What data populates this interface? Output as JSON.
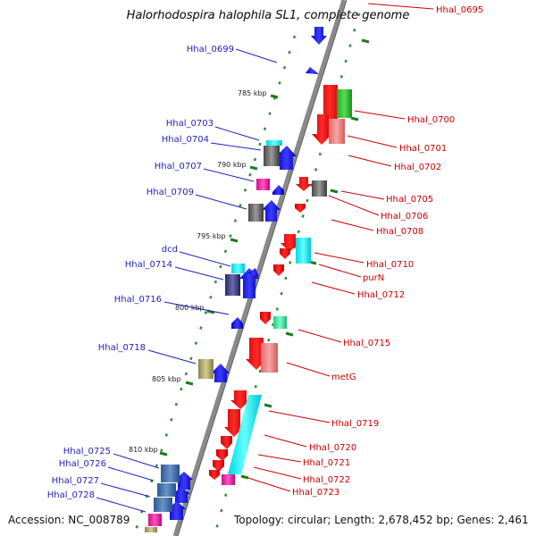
{
  "title": "Halorhodospira halophila SL1, complete genome",
  "accession": "Accession: NC_008789",
  "topology": "Topology: circular; Length: 2,678,452 bp; Genes: 2,461",
  "colors": {
    "left_label": "#1f1fbf",
    "right_label": "#cc0000",
    "backbone": "#8a8a8a",
    "ticks": "#2f8f2f"
  },
  "kbp_ticks": [
    "785 kbp",
    "790 kbp",
    "795 kbp",
    "800 kbp",
    "805 kbp",
    "810 kbp"
  ],
  "left_labels": [
    "Hhal_0699",
    "Hhal_0703",
    "Hhal_0704",
    "Hhal_0707",
    "Hhal_0709",
    "dcd",
    "Hhal_0714",
    "Hhal_0716",
    "Hhal_0718",
    "Hhal_0725",
    "Hhal_0726",
    "Hhal_0727",
    "Hhal_0728"
  ],
  "right_labels": [
    "Hhal_0695",
    "Hhal_0700",
    "Hhal_0701",
    "Hhal_0702",
    "Hhal_0705",
    "Hhal_0706",
    "Hhal_0708",
    "Hhal_0710",
    "purN",
    "Hhal_0712",
    "Hhal_0715",
    "metG",
    "Hhal_0719",
    "Hhal_0720",
    "Hhal_0721",
    "Hhal_0722",
    "Hhal_0723"
  ]
}
